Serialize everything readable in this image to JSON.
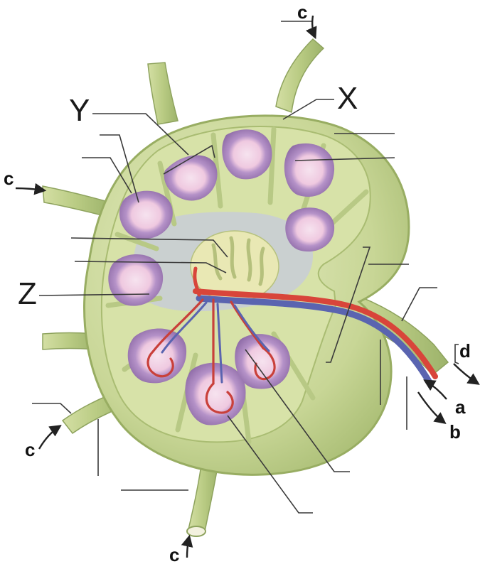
{
  "labels": {
    "X": "X",
    "Y": "Y",
    "Z": "Z",
    "a": "a",
    "b": "b",
    "c": "c",
    "d": "d"
  },
  "colors": {
    "tissue_light": "#dfe7b8",
    "tissue_mid": "#c4d38f",
    "tissue_dark": "#9fb56a",
    "follicle_purple": "#8e6aa6",
    "follicle_center": "#f4dcec",
    "sinus_gray": "#c9cdd3",
    "artery_red": "#d8453a",
    "vein_blue": "#5a64b0"
  },
  "icons": [
    "arrow-icon"
  ]
}
